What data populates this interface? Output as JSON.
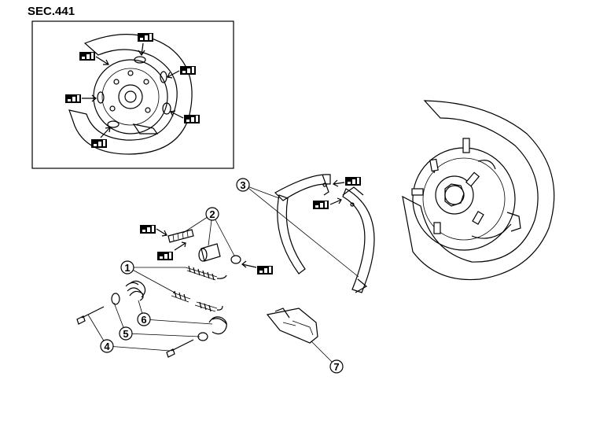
{
  "section_label": "SEC.441",
  "callouts": [
    {
      "id": "callout-1",
      "label": "1"
    },
    {
      "id": "callout-2",
      "label": "2"
    },
    {
      "id": "callout-3",
      "label": "3"
    },
    {
      "id": "callout-4",
      "label": "4"
    },
    {
      "id": "callout-5",
      "label": "5"
    },
    {
      "id": "callout-6",
      "label": "6"
    },
    {
      "id": "callout-7",
      "label": "7"
    }
  ],
  "icons": {
    "grease_symbol": "grease-point-icon",
    "arrow": "pointer-arrow-icon"
  }
}
